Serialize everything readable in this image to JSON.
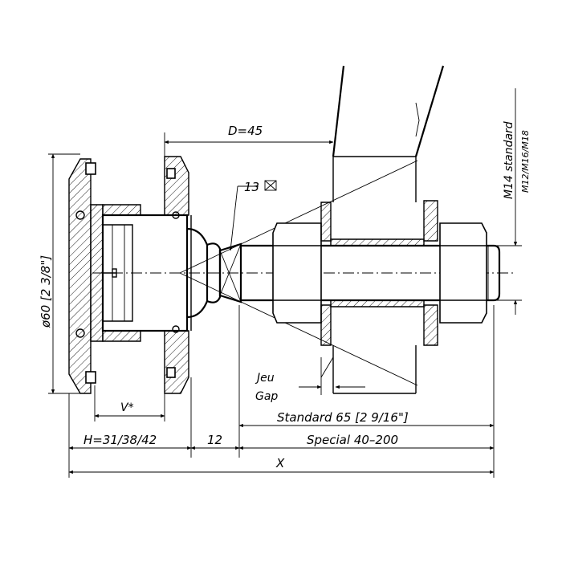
{
  "labels": {
    "diameter": "ø60 [2 3/8\"]",
    "d45": "D=45",
    "wrench": "13",
    "m14": "M14 standard",
    "m12": "M12/M16/M18",
    "jeu": "Jeu",
    "gap": "Gap",
    "standard": "Standard 65 [2 9/16\"]",
    "special": "Special 40–200",
    "v": "V*",
    "h": "H=31/38/42",
    "twelve": "12",
    "x": "X"
  }
}
